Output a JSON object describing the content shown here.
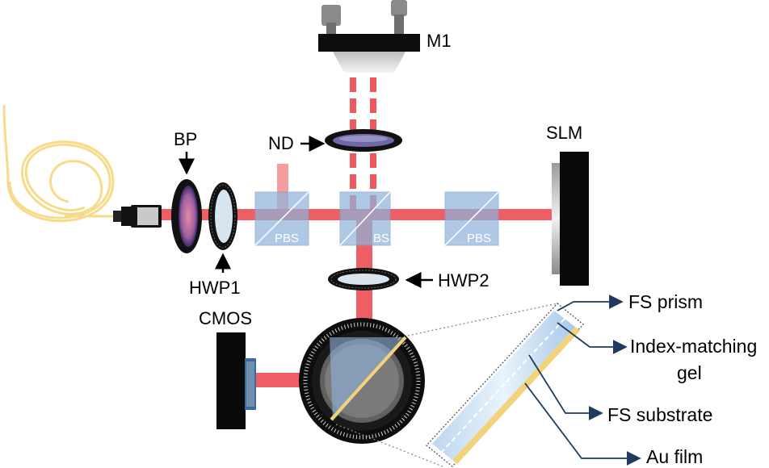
{
  "labels": {
    "m1": "M1",
    "nd": "ND",
    "slm": "SLM",
    "bp": "BP",
    "hwp1": "HWP1",
    "hwp2": "HWP2",
    "cmos": "CMOS",
    "pbs_left": "PBS",
    "bs": "BS",
    "pbs_right": "PBS"
  },
  "annotations": {
    "fs_prism": "FS prism",
    "gel_line1": "Index-matching",
    "gel_line2": "gel",
    "fs_substrate": "FS substrate",
    "au_film": "Au film"
  },
  "colors": {
    "beam": "#e8202a",
    "fiber": "#f6dc8a",
    "cube": "#8fb4dc",
    "arrow": "#1f3a60",
    "gold": "#f2d27a"
  }
}
